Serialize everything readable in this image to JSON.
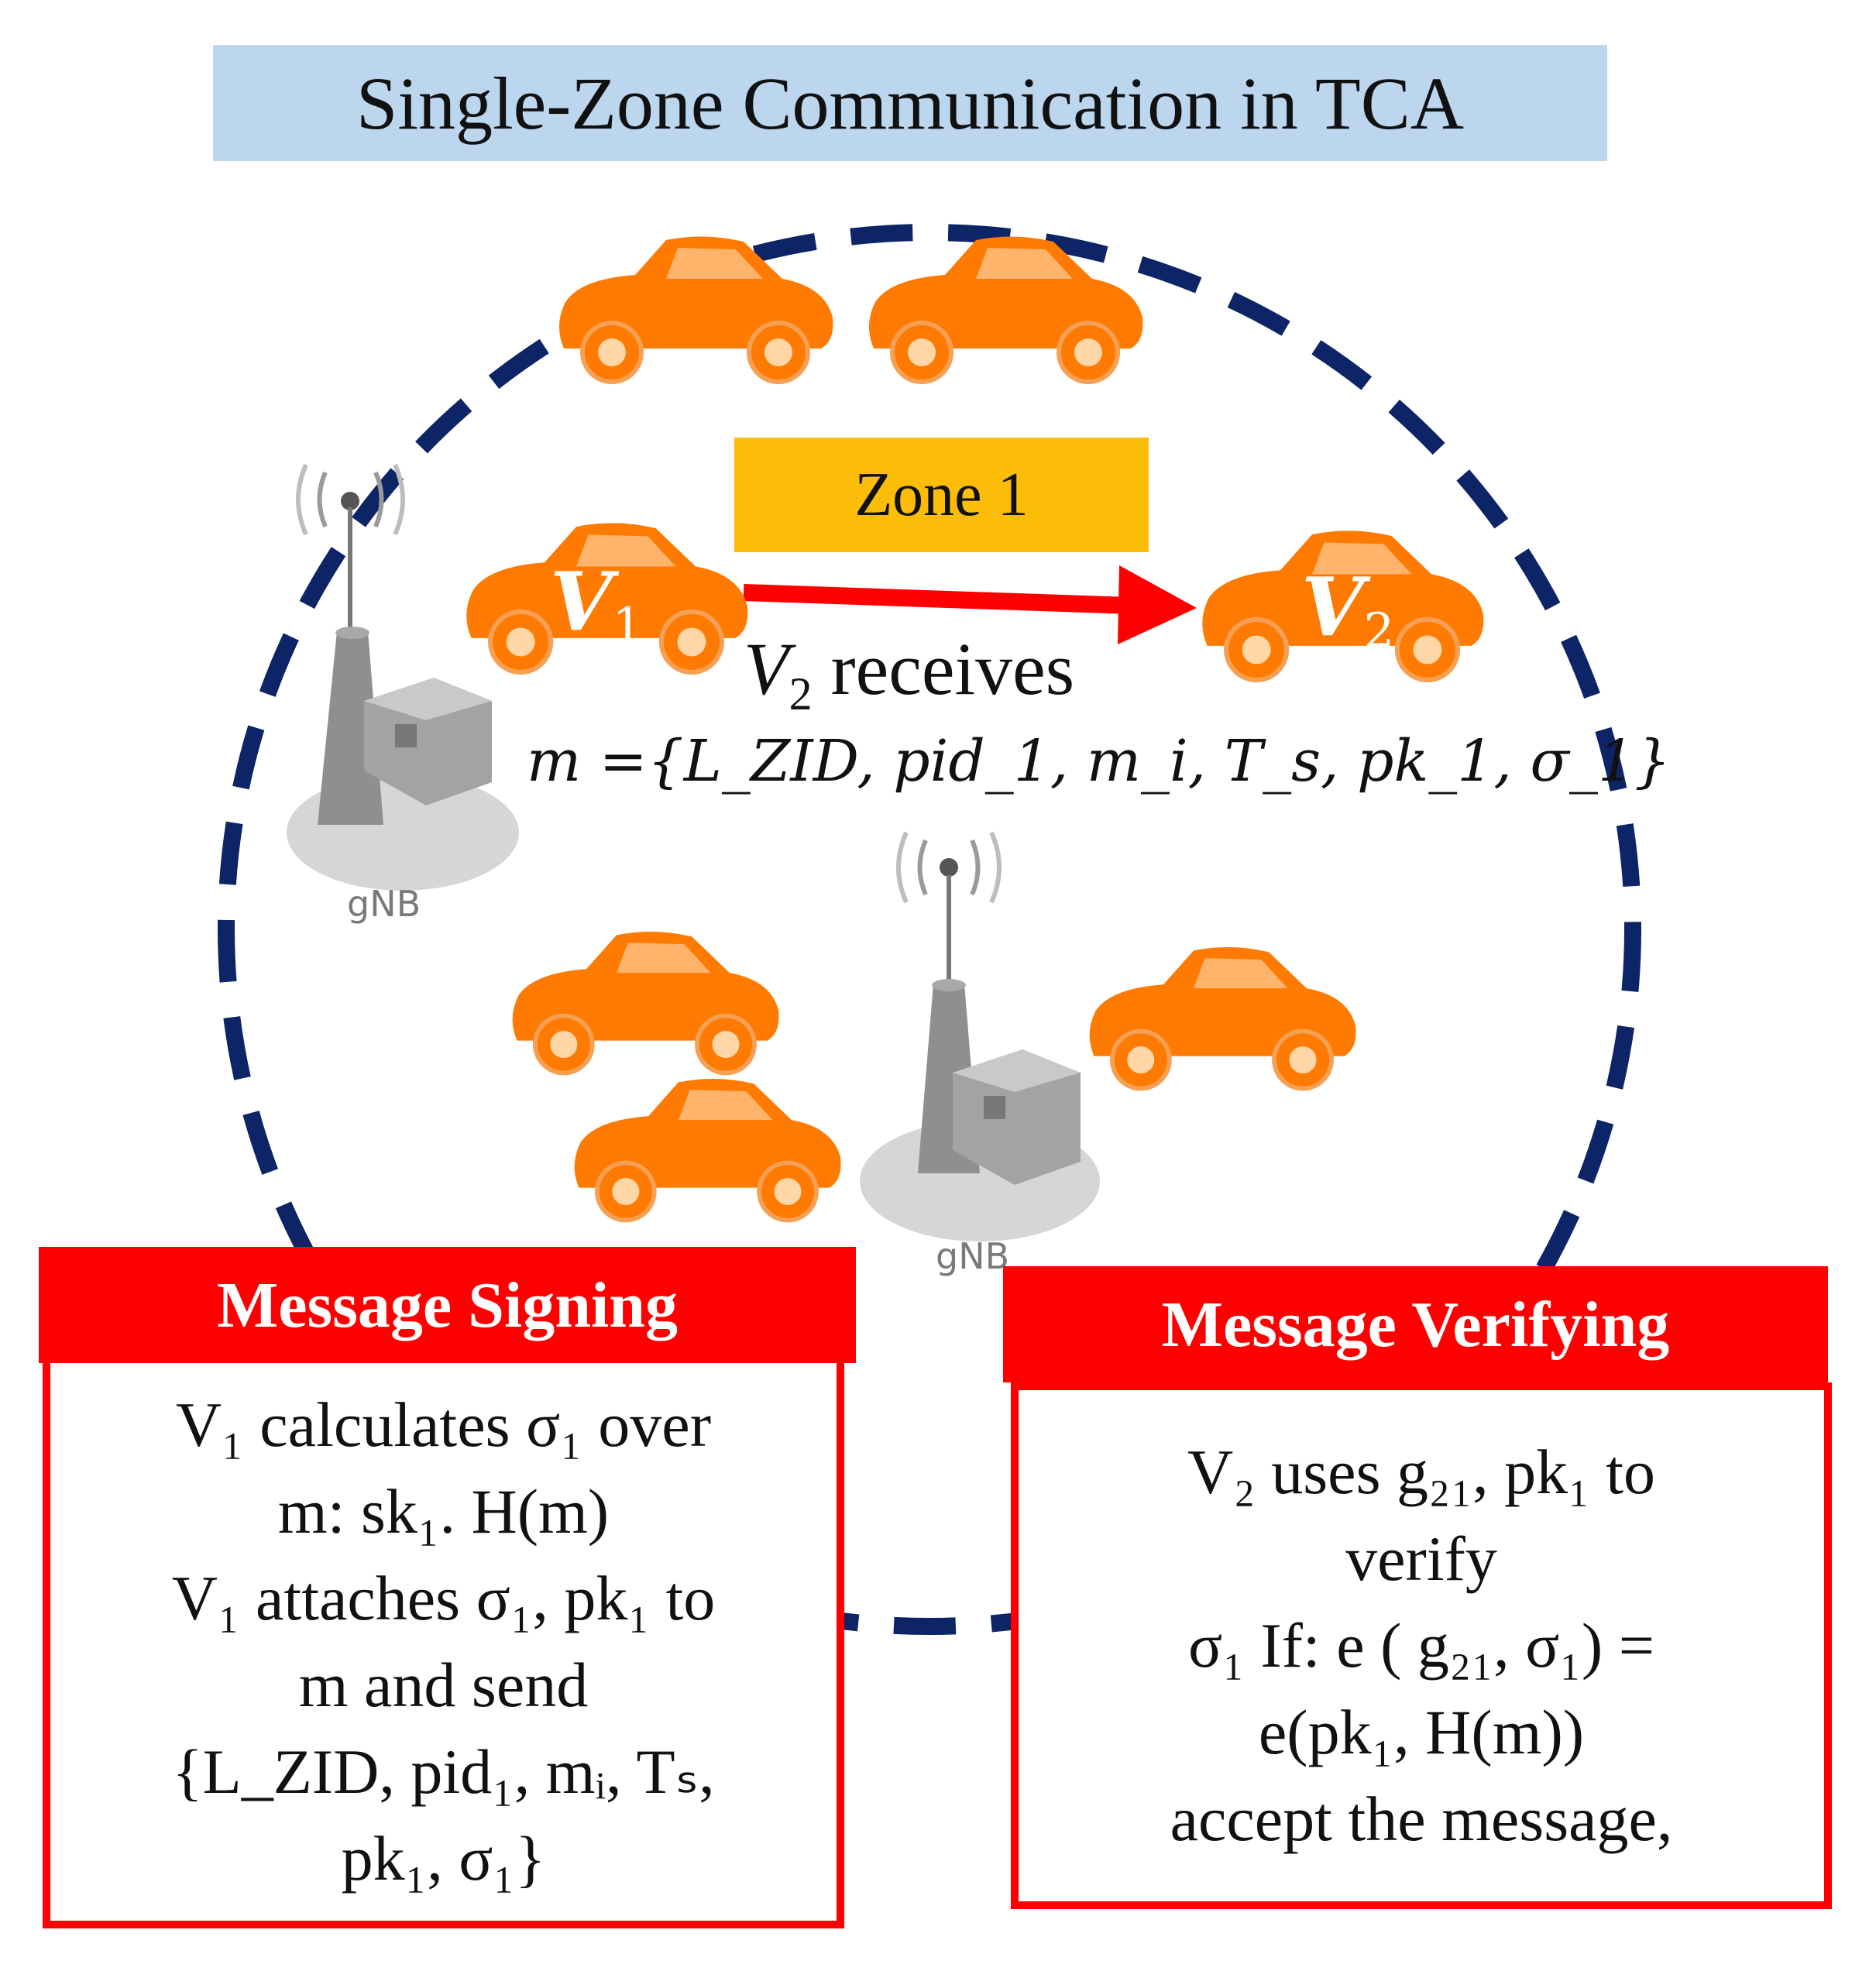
{
  "title": "Single-Zone Communication in TCA",
  "zone": {
    "label": "Zone 1"
  },
  "vehicles": {
    "v1": {
      "letter": "V",
      "sub": "1"
    },
    "v2": {
      "letter": "V",
      "sub": "2"
    }
  },
  "gnb": {
    "label": "gNB"
  },
  "transmission": {
    "receive_var": "V",
    "receive_sub": "2",
    "receive_text": "receives",
    "message": "m ={L_ZID, pid_1, m_i, T_s, pk_1, σ_1}"
  },
  "signing": {
    "heading": "Message Signing",
    "lines": [
      "V₁ calculates σ₁ over",
      "m: sk₁. H(m)",
      "V₁ attaches σ₁, pk₁ to",
      "m and send",
      "{L_ZID, pid₁, mᵢ, Tₛ,",
      "pk₁, σ₁}"
    ]
  },
  "verifying": {
    "heading": "Message Verifying",
    "lines": [
      "V₂ uses g₂₁, pk₁ to",
      "verify",
      "σ₁ If: e ( g₂₁, σ₁) =",
      "e(pk₁, H(m))",
      "accept the message,"
    ]
  },
  "colors": {
    "title_bg": "#bcd6ee",
    "zone_bg": "#fbbd08",
    "circle": "#0d2466",
    "arrow": "#fe0000",
    "car": "#ff7a00",
    "panel": "#fe0000"
  }
}
